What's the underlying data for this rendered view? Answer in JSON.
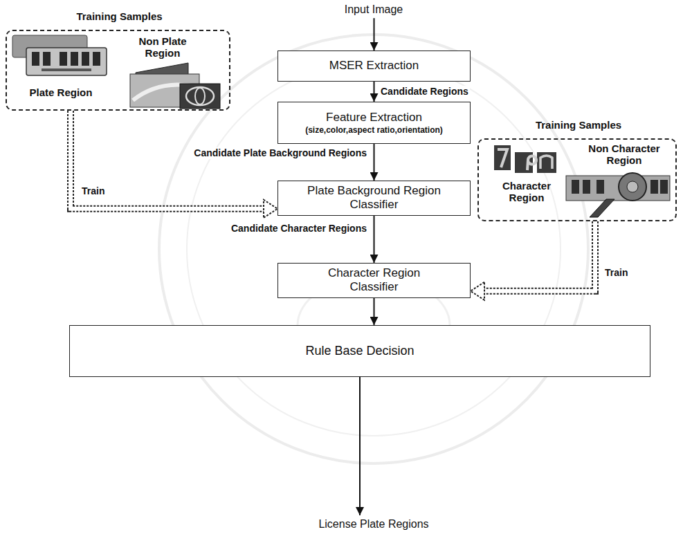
{
  "diagram": {
    "nodes": [
      {
        "text": [
          "MSER Extraction"
        ]
      },
      {
        "text": [
          "Training Samples",
          "Plate Region",
          "Non Plate Region"
        ]
      },
      {
        "text": [
          "Feature Extraction",
          "(size,color,aspect ratio,orientation)"
        ]
      },
      {
        "text": [
          "Training Samples",
          "Character Region",
          "Non Character Region"
        ]
      },
      {
        "text": [
          "Plate Background Region Classifier"
        ]
      },
      {
        "text": [
          "Character Region Classifier"
        ]
      },
      {
        "text": [
          "Rule Base Decision"
        ]
      }
    ],
    "edges": [
      {
        "from": 0,
        "to": 2,
        "label": "Candidate Regions",
        "arrow": "to"
      },
      {
        "from": 2,
        "to": 4,
        "label": "Candidate Plate Background Regions",
        "arrow": "to"
      },
      {
        "from": 4,
        "to": 5,
        "label": "Candidate Character Regions",
        "arrow": "to"
      },
      {
        "from": 5,
        "to": 6,
        "arrow": "to"
      },
      {
        "from": 1,
        "to": 4,
        "label": "Train",
        "arrow": "to"
      },
      {
        "from": 3,
        "to": 5,
        "label": "Train",
        "arrow": "to"
      }
    ],
    "labels": [
      "Input Image",
      "License Plate Regions"
    ]
  }
}
